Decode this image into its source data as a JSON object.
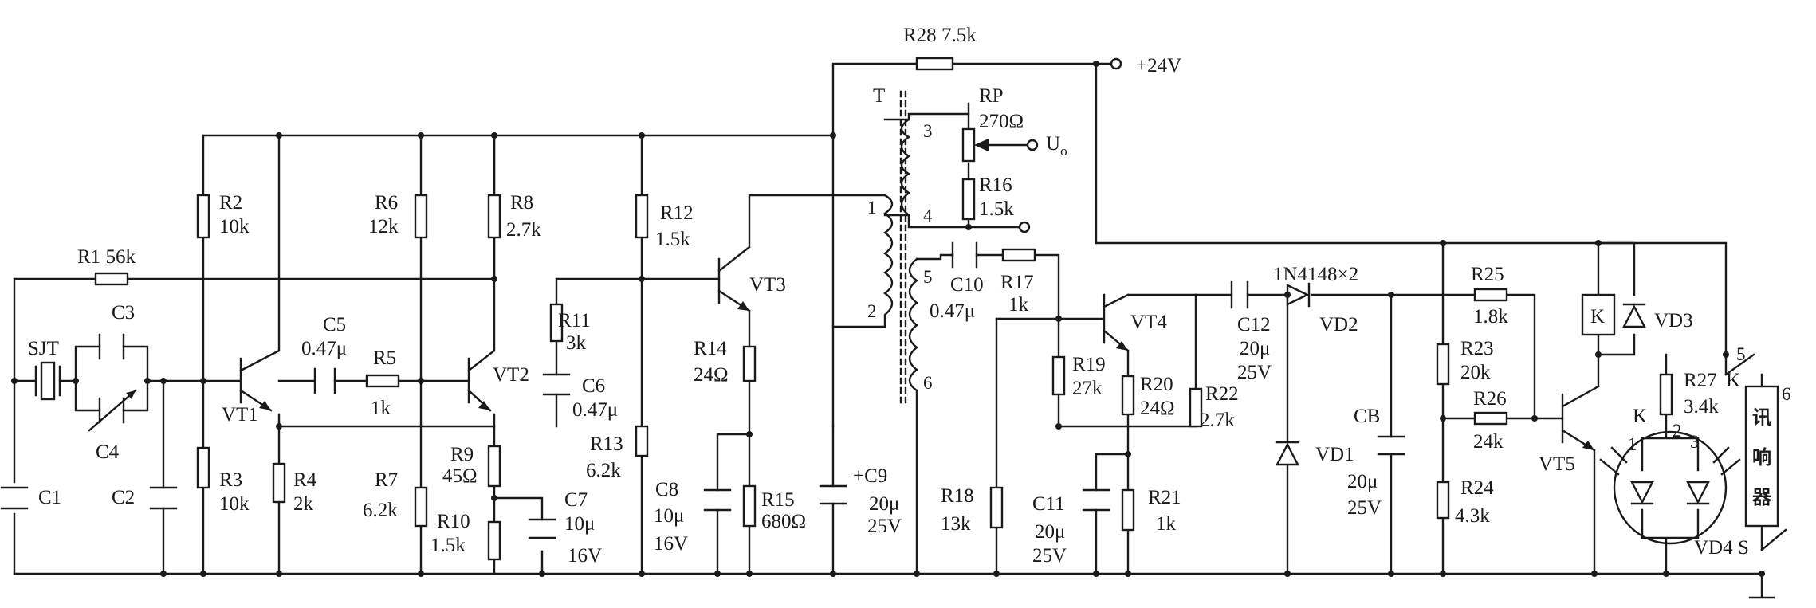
{
  "supply": {
    "label": "+24V"
  },
  "output": {
    "label": "U",
    "sub": "o"
  },
  "transformer": {
    "label": "T",
    "pins": [
      "1",
      "2",
      "3",
      "4",
      "5",
      "6"
    ]
  },
  "relay": {
    "coil_label": "K",
    "contact_label": "K",
    "contact_pins": [
      "5",
      "6"
    ]
  },
  "switch": {
    "label": "S"
  },
  "buzzer": {
    "chars": [
      "讯",
      "响",
      "器"
    ]
  },
  "diode_chain_label": "1N4148×2",
  "optocoupler": {
    "label": "VD4",
    "k_label": "K",
    "pins": [
      "1",
      "2",
      "3"
    ]
  },
  "resistors": {
    "R1": {
      "name": "R1",
      "value": "56k"
    },
    "R2": {
      "name": "R2",
      "value": "10k"
    },
    "R3": {
      "name": "R3",
      "value": "10k"
    },
    "R4": {
      "name": "R4",
      "value": "2k"
    },
    "R5": {
      "name": "R5",
      "value": "1k"
    },
    "R6": {
      "name": "R6",
      "value": "12k"
    },
    "R7": {
      "name": "R7",
      "value": "6.2k"
    },
    "R8": {
      "name": "R8",
      "value": "2.7k"
    },
    "R9": {
      "name": "R9",
      "value": "45Ω"
    },
    "R10": {
      "name": "R10",
      "value": "1.5k"
    },
    "R11": {
      "name": "R11",
      "value": "3k"
    },
    "R12": {
      "name": "R12",
      "value": "1.5k"
    },
    "R13": {
      "name": "R13",
      "value": "6.2k"
    },
    "R14": {
      "name": "R14",
      "value": "24Ω"
    },
    "R15": {
      "name": "R15",
      "value": "680Ω"
    },
    "R16": {
      "name": "R16",
      "value": "1.5k"
    },
    "R17": {
      "name": "R17",
      "value": "1k"
    },
    "R18": {
      "name": "R18",
      "value": "13k"
    },
    "R19": {
      "name": "R19",
      "value": "27k"
    },
    "R20": {
      "name": "R20",
      "value": "24Ω"
    },
    "R21": {
      "name": "R21",
      "value": "1k"
    },
    "R22": {
      "name": "R22",
      "value": "2.7k"
    },
    "R23": {
      "name": "R23",
      "value": "20k"
    },
    "R24": {
      "name": "R24",
      "value": "4.3k"
    },
    "R25": {
      "name": "R25",
      "value": "1.8k"
    },
    "R26": {
      "name": "R26",
      "value": "24k"
    },
    "R27": {
      "name": "R27",
      "value": "3.4k"
    },
    "R28": {
      "name": "R28",
      "value": "7.5k"
    },
    "RP": {
      "name": "RP",
      "value": "270Ω"
    }
  },
  "capacitors": {
    "C1": {
      "name": "C1"
    },
    "C2": {
      "name": "C2"
    },
    "C3": {
      "name": "C3"
    },
    "C4": {
      "name": "C4"
    },
    "C5": {
      "name": "C5",
      "value": "0.47μ"
    },
    "C6": {
      "name": "C6",
      "value": "0.47μ"
    },
    "C7": {
      "name": "C7",
      "value": "10μ",
      "voltage": "16V"
    },
    "C8": {
      "name": "C8",
      "value": "10μ",
      "voltage": "16V"
    },
    "C9": {
      "name": "+C9",
      "value": "20μ",
      "voltage": "25V"
    },
    "C10": {
      "name": "C10",
      "value": "0.47μ"
    },
    "C11": {
      "name": "C11",
      "value": "20μ",
      "voltage": "25V"
    },
    "C12": {
      "name": "C12",
      "value": "20μ",
      "voltage": "25V"
    },
    "CB": {
      "name": "CB",
      "value": "20μ",
      "voltage": "25V"
    }
  },
  "transistors": {
    "VT1": "VT1",
    "VT2": "VT2",
    "VT3": "VT3",
    "VT4": "VT4",
    "VT5": "VT5"
  },
  "diodes": {
    "VD1": "VD1",
    "VD2": "VD2",
    "VD3": "VD3"
  },
  "crystal": {
    "label": "SJT"
  }
}
